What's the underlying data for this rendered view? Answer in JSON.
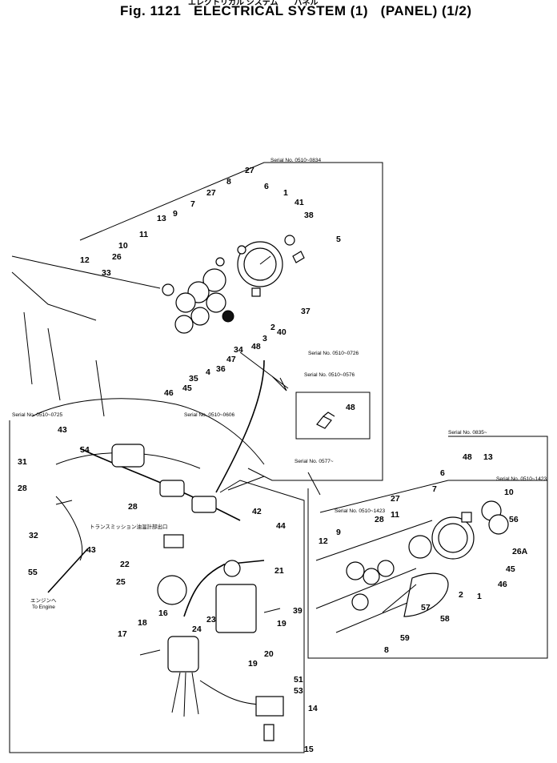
{
  "header": {
    "fig_label": "Fig. 1121",
    "title": "ELECTRICAL SYSTEM (1)",
    "subtitle": "(PANEL) (1/2)",
    "title_jp": "エレクトリカル システム　　パネル"
  },
  "serial_notes": {
    "top": "Serial No. 0510~0834",
    "mid1": "Serial No. 0510~0726",
    "mid2": "Serial No. 0510~0576",
    "mid3": "Serial No. 0510~0606",
    "inset48": "Serial No. 0577~",
    "left": "Serial No. 0510~0725",
    "right_top": "Serial No. 0835~",
    "right_13": "Serial No. 0510~1423",
    "right_mid": "Serial No. 0510~1423"
  },
  "annotations": {
    "engine_jp": "エンジンへ",
    "to_engine": "To Engine",
    "trans_jp": "トランスミッション油温計部出口"
  },
  "callouts": {
    "top": [
      "27",
      "8",
      "27",
      "7",
      "9",
      "13",
      "11",
      "10",
      "26",
      "33",
      "12",
      "6",
      "1",
      "41",
      "38",
      "5",
      "37",
      "2",
      "40",
      "3",
      "34",
      "47",
      "48",
      "36",
      "4",
      "35",
      "45",
      "46"
    ],
    "inset": [
      "48"
    ],
    "left": [
      "43",
      "54",
      "31",
      "28",
      "28",
      "32",
      "43",
      "55",
      "22",
      "25",
      "42",
      "44",
      "21",
      "16",
      "18",
      "17",
      "24",
      "23",
      "39",
      "19",
      "19",
      "20",
      "51",
      "53",
      "14",
      "15"
    ],
    "right": [
      "48",
      "13",
      "10",
      "7",
      "6",
      "27",
      "56",
      "28",
      "26A",
      "12",
      "9",
      "11",
      "45",
      "46",
      "2",
      "1",
      "57",
      "58",
      "59",
      "8"
    ]
  }
}
